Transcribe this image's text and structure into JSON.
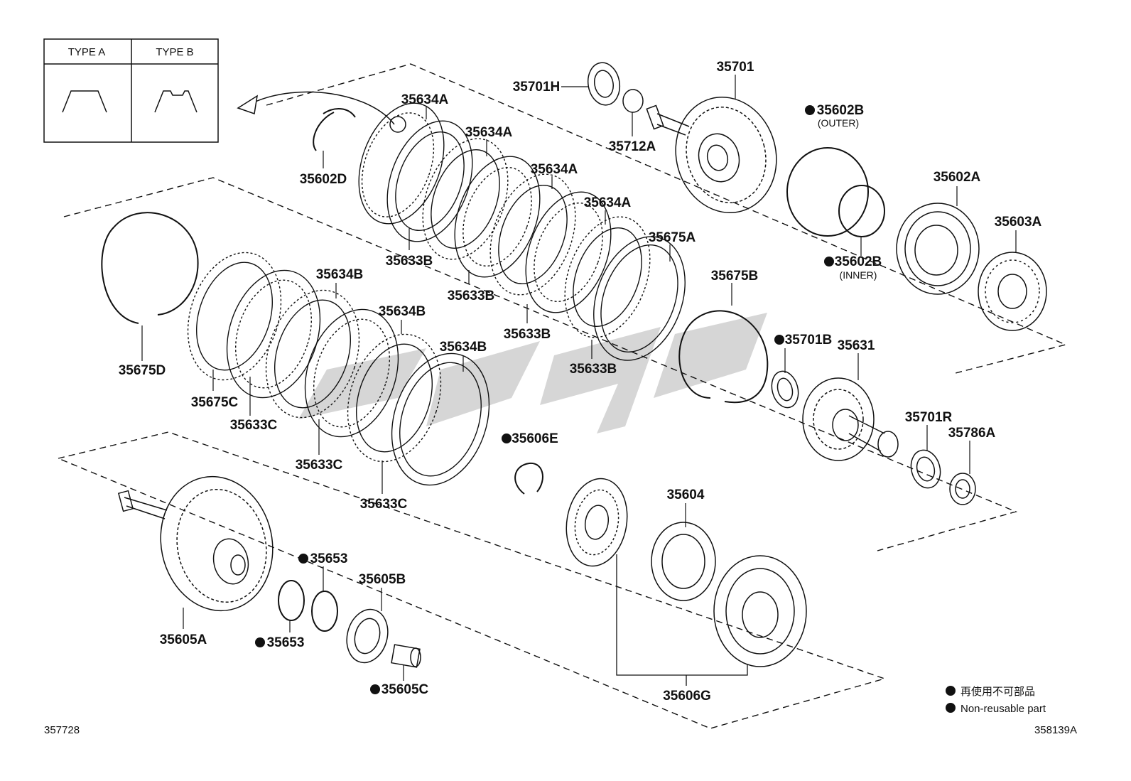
{
  "inset": {
    "type_a": "TYPE A",
    "type_b": "TYPE B"
  },
  "labels": {
    "p35701": "35701",
    "p35701H": "35701H",
    "p35712A": "35712A",
    "p35602B_outer": "35602B",
    "outer_note": "(OUTER)",
    "p35602B_inner": "35602B",
    "inner_note": "(INNER)",
    "p35602A": "35602A",
    "p35603A": "35603A",
    "p35634A_1": "35634A",
    "p35634A_2": "35634A",
    "p35634A_3": "35634A",
    "p35634A_4": "35634A",
    "p35675A": "35675A",
    "p35675B": "35675B",
    "p35602D": "35602D",
    "p35633B_1": "35633B",
    "p35633B_2": "35633B",
    "p35633B_3": "35633B",
    "p35633B_4": "35633B",
    "p35701B": "35701B",
    "p35631": "35631",
    "p35675D": "35675D",
    "p35675C": "35675C",
    "p35634B_1": "35634B",
    "p35634B_2": "35634B",
    "p35634B_3": "35634B",
    "p35633C_1": "35633C",
    "p35633C_2": "35633C",
    "p35633C_3": "35633C",
    "p35606E": "35606E",
    "p35701R": "35701R",
    "p35786A": "35786A",
    "p35604": "35604",
    "p35653_1": "35653",
    "p35653_2": "35653",
    "p35605B": "35605B",
    "p35605A": "35605A",
    "p35605C": "35605C",
    "p35606G": "35606G"
  },
  "legend": {
    "jp": "再使用不可部品",
    "en": "Non-reusable part"
  },
  "refs": {
    "left": "357728",
    "right": "358139A"
  },
  "colors": {
    "line": "#111111",
    "watermark": "#cfcfcf",
    "background": "#ffffff"
  }
}
